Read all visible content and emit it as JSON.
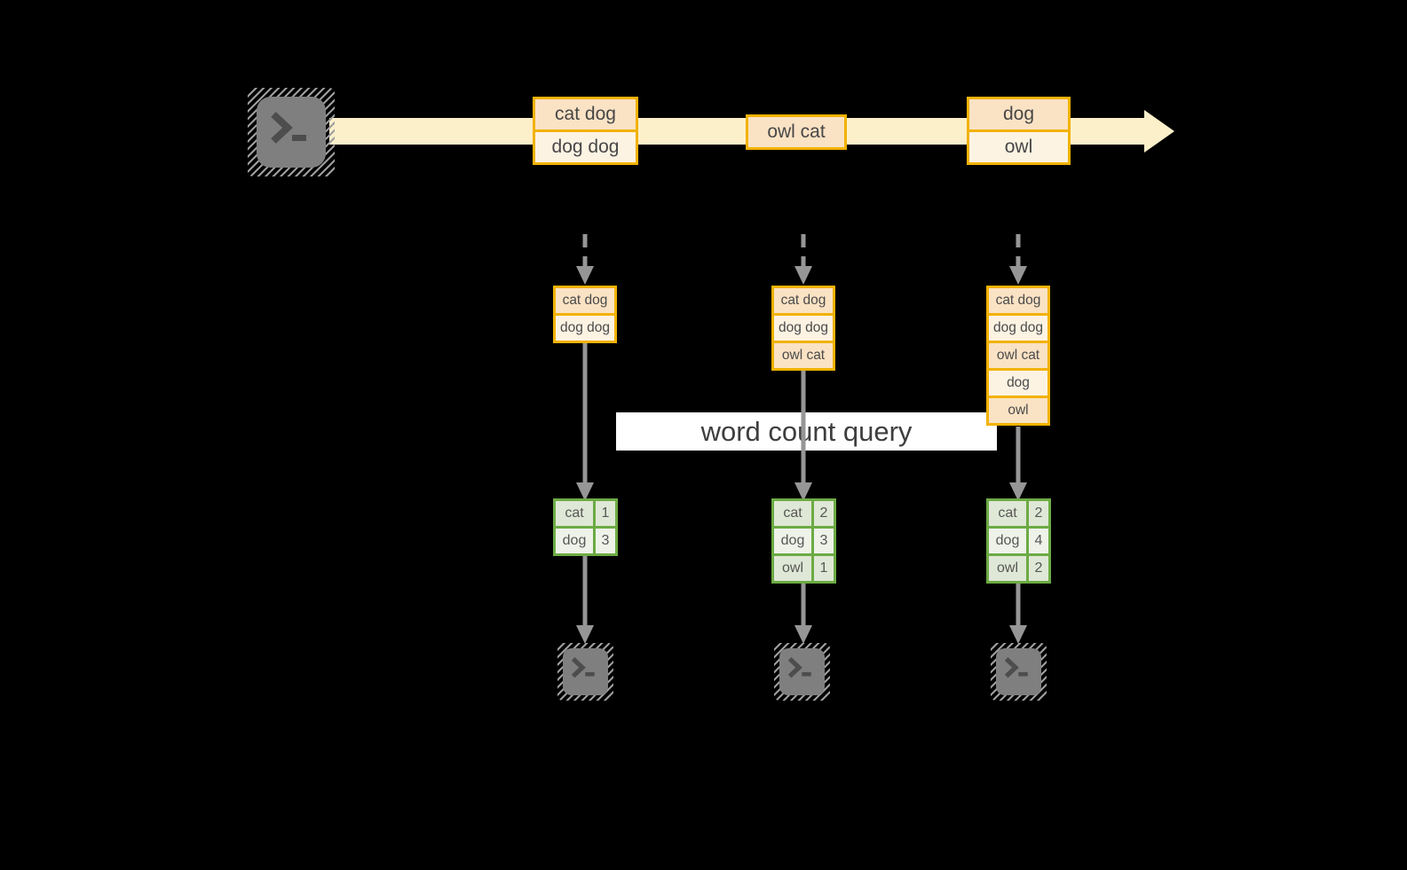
{
  "banner": {
    "label": "word count query"
  },
  "stream": {
    "events": [
      {
        "cells": [
          "cat dog",
          "dog dog"
        ]
      },
      {
        "cells": [
          "owl cat"
        ]
      },
      {
        "cells": [
          "dog",
          "owl"
        ]
      }
    ]
  },
  "columns": [
    {
      "stack": [
        "cat dog",
        "dog dog"
      ],
      "counts": [
        {
          "word": "cat",
          "count": "1"
        },
        {
          "word": "dog",
          "count": "3"
        }
      ]
    },
    {
      "stack": [
        "cat dog",
        "dog dog",
        "owl cat"
      ],
      "counts": [
        {
          "word": "cat",
          "count": "2"
        },
        {
          "word": "dog",
          "count": "3"
        },
        {
          "word": "owl",
          "count": "1"
        }
      ]
    },
    {
      "stack": [
        "cat dog",
        "dog dog",
        "owl cat",
        "dog",
        "owl"
      ],
      "counts": [
        {
          "word": "cat",
          "count": "2"
        },
        {
          "word": "dog",
          "count": "4"
        },
        {
          "word": "owl",
          "count": "2"
        }
      ]
    }
  ],
  "icons": {
    "terminal": "terminal-prompt-icon",
    "stream_arrow": "right-arrow-icon",
    "flow_arrow": "down-arrow-icon"
  },
  "colors": {
    "background": "#000000",
    "stream_band": "#fcf0ca",
    "box_border": "#f2b200",
    "cell_peach": "#fae2c4",
    "cell_cream": "#fdf3e3",
    "table_border": "#6cab44",
    "table_row_dark": "#dfe8d6",
    "table_row_light": "#eef2e9",
    "arrow_gray": "#969696",
    "banner_bg": "#ffffff"
  }
}
